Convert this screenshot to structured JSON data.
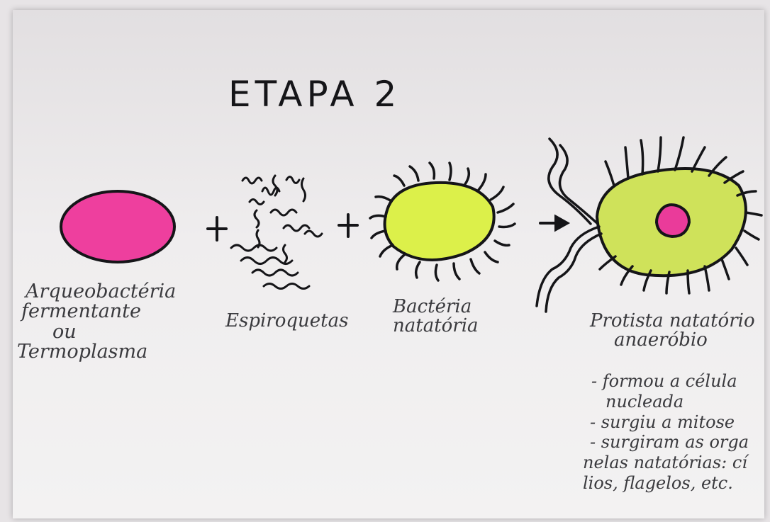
{
  "title": "ETAPA 2",
  "colors": {
    "archaea_fill": "#ee3f9e",
    "bacteria_fill": "#dcf04a",
    "protist_fill": "#cfe25a",
    "nucleus_fill": "#ea3b9a",
    "ink": "#151518",
    "pencil": "#3a3a3e"
  },
  "symbols": {
    "plus_1": "+",
    "plus_2": "+",
    "arrow": "arrow-right"
  },
  "organisms": {
    "archaea": {
      "label_lines": [
        "Arqueobactéria",
        "fermentante",
        "ou",
        "Termoplasma"
      ]
    },
    "spirochetes": {
      "label": "Espiroquetas"
    },
    "bacteria": {
      "label_lines": [
        "Bactéria",
        "natatória"
      ]
    },
    "protist": {
      "label_lines": [
        "Protista natatório",
        "anaeróbio"
      ],
      "notes": [
        "- formou a célula",
        "nucleada",
        "- surgiu a mitose",
        "- surgiram as orga",
        "nelas natatórias: cí",
        "lios, flagelos, etc."
      ]
    }
  }
}
